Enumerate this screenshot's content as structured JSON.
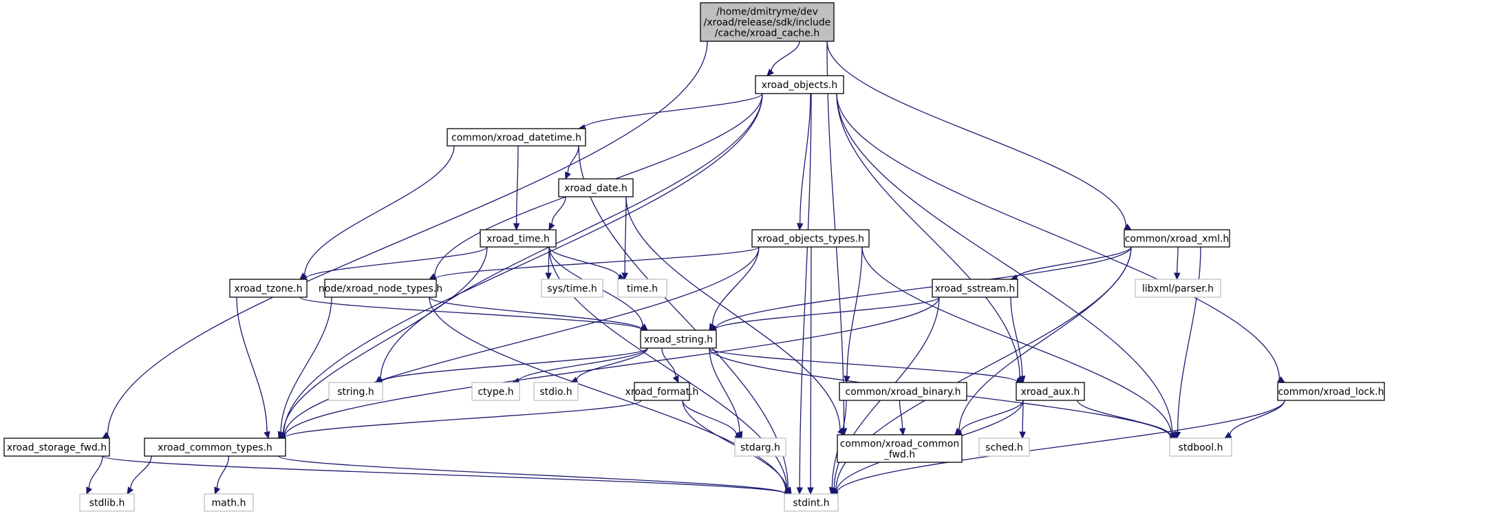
{
  "diagram": {
    "type": "include-dependency-graph",
    "colors": {
      "edge": "#191970",
      "root_fill": "#bfbfbf",
      "external_border": "#bfbfbf"
    },
    "nodes": [
      {
        "id": "root",
        "kind": "root",
        "lines": [
          "/home/dmitryme/dev",
          "/xroad/release/sdk/include",
          "/cache/xroad_cache.h"
        ]
      },
      {
        "id": "objects",
        "kind": "header",
        "lines": [
          "xroad_objects.h"
        ]
      },
      {
        "id": "datetime",
        "kind": "header",
        "lines": [
          "common/xroad_datetime.h"
        ]
      },
      {
        "id": "date",
        "kind": "header",
        "lines": [
          "xroad_date.h"
        ]
      },
      {
        "id": "time",
        "kind": "header",
        "lines": [
          "xroad_time.h"
        ]
      },
      {
        "id": "objtypes",
        "kind": "header",
        "lines": [
          "xroad_objects_types.h"
        ]
      },
      {
        "id": "xml",
        "kind": "header",
        "lines": [
          "common/xroad_xml.h"
        ]
      },
      {
        "id": "systime",
        "kind": "external",
        "lines": [
          "sys/time.h"
        ]
      },
      {
        "id": "timeh",
        "kind": "external",
        "lines": [
          "time.h"
        ]
      },
      {
        "id": "libxml",
        "kind": "external",
        "lines": [
          "libxml/parser.h"
        ]
      },
      {
        "id": "tzone",
        "kind": "header",
        "lines": [
          "xroad_tzone.h"
        ]
      },
      {
        "id": "nodetypes",
        "kind": "header",
        "lines": [
          "node/xroad_node_types.h"
        ]
      },
      {
        "id": "sstream",
        "kind": "header",
        "lines": [
          "xroad_sstream.h"
        ]
      },
      {
        "id": "string",
        "kind": "header",
        "lines": [
          "xroad_string.h"
        ]
      },
      {
        "id": "stringh",
        "kind": "external",
        "lines": [
          "string.h"
        ]
      },
      {
        "id": "ctype",
        "kind": "external",
        "lines": [
          "ctype.h"
        ]
      },
      {
        "id": "stdio",
        "kind": "external",
        "lines": [
          "stdio.h"
        ]
      },
      {
        "id": "format",
        "kind": "header",
        "lines": [
          "xroad_format.h"
        ]
      },
      {
        "id": "binary",
        "kind": "header",
        "lines": [
          "common/xroad_binary.h"
        ]
      },
      {
        "id": "aux",
        "kind": "header",
        "lines": [
          "xroad_aux.h"
        ]
      },
      {
        "id": "lock",
        "kind": "header",
        "lines": [
          "common/xroad_lock.h"
        ]
      },
      {
        "id": "storage",
        "kind": "header",
        "lines": [
          "xroad_storage_fwd.h"
        ]
      },
      {
        "id": "commontypes",
        "kind": "header",
        "lines": [
          "xroad_common_types.h"
        ]
      },
      {
        "id": "stdarg",
        "kind": "external",
        "lines": [
          "stdarg.h"
        ]
      },
      {
        "id": "commonfwd",
        "kind": "header",
        "lines": [
          "common/xroad_common",
          "_fwd.h"
        ]
      },
      {
        "id": "sched",
        "kind": "external",
        "lines": [
          "sched.h"
        ]
      },
      {
        "id": "stdbool",
        "kind": "external",
        "lines": [
          "stdbool.h"
        ]
      },
      {
        "id": "stdlib",
        "kind": "external",
        "lines": [
          "stdlib.h"
        ]
      },
      {
        "id": "math",
        "kind": "external",
        "lines": [
          "math.h"
        ]
      },
      {
        "id": "stdint",
        "kind": "external",
        "lines": [
          "stdint.h"
        ]
      }
    ],
    "edges": [
      [
        "root",
        "objects"
      ],
      [
        "root",
        "storage"
      ],
      [
        "root",
        "commonfwd"
      ],
      [
        "root",
        "xml"
      ],
      [
        "objects",
        "datetime"
      ],
      [
        "objects",
        "nodetypes"
      ],
      [
        "objects",
        "commontypes"
      ],
      [
        "objects",
        "stringh"
      ],
      [
        "objects",
        "objtypes"
      ],
      [
        "objects",
        "aux"
      ],
      [
        "objects",
        "stdbool"
      ],
      [
        "objects",
        "lock"
      ],
      [
        "objects",
        "stdint"
      ],
      [
        "datetime",
        "date"
      ],
      [
        "datetime",
        "time"
      ],
      [
        "datetime",
        "tzone"
      ],
      [
        "datetime",
        "stdint"
      ],
      [
        "date",
        "time"
      ],
      [
        "date",
        "timeh"
      ],
      [
        "date",
        "commonfwd"
      ],
      [
        "time",
        "tzone"
      ],
      [
        "time",
        "commontypes"
      ],
      [
        "time",
        "systime"
      ],
      [
        "time",
        "timeh"
      ],
      [
        "time",
        "string"
      ],
      [
        "time",
        "stdint"
      ],
      [
        "objtypes",
        "nodetypes"
      ],
      [
        "objtypes",
        "string"
      ],
      [
        "objtypes",
        "commontypes"
      ],
      [
        "objtypes",
        "binary"
      ],
      [
        "objtypes",
        "stdbool"
      ],
      [
        "objtypes",
        "stdint"
      ],
      [
        "xml",
        "sstream"
      ],
      [
        "xml",
        "libxml"
      ],
      [
        "xml",
        "string"
      ],
      [
        "xml",
        "commonfwd"
      ],
      [
        "xml",
        "stdbool"
      ],
      [
        "xml",
        "stdint"
      ],
      [
        "tzone",
        "string"
      ],
      [
        "tzone",
        "commontypes"
      ],
      [
        "nodetypes",
        "string"
      ],
      [
        "nodetypes",
        "commontypes"
      ],
      [
        "nodetypes",
        "stdint"
      ],
      [
        "sstream",
        "string"
      ],
      [
        "sstream",
        "aux"
      ],
      [
        "sstream",
        "commontypes"
      ],
      [
        "sstream",
        "stdint"
      ],
      [
        "string",
        "stringh"
      ],
      [
        "string",
        "ctype"
      ],
      [
        "string",
        "stdio"
      ],
      [
        "string",
        "format"
      ],
      [
        "string",
        "stdarg"
      ],
      [
        "string",
        "aux"
      ],
      [
        "string",
        "stdbool"
      ],
      [
        "format",
        "commontypes"
      ],
      [
        "format",
        "stdarg"
      ],
      [
        "format",
        "stdint"
      ],
      [
        "binary",
        "commonfwd"
      ],
      [
        "binary",
        "stdint"
      ],
      [
        "aux",
        "commonfwd"
      ],
      [
        "aux",
        "sched"
      ],
      [
        "aux",
        "stdbool"
      ],
      [
        "aux",
        "stdint"
      ],
      [
        "lock",
        "stdbool"
      ],
      [
        "lock",
        "stdint"
      ],
      [
        "storage",
        "stdlib"
      ],
      [
        "storage",
        "stdint"
      ],
      [
        "commontypes",
        "stdlib"
      ],
      [
        "commontypes",
        "math"
      ],
      [
        "commontypes",
        "stdint"
      ]
    ]
  }
}
